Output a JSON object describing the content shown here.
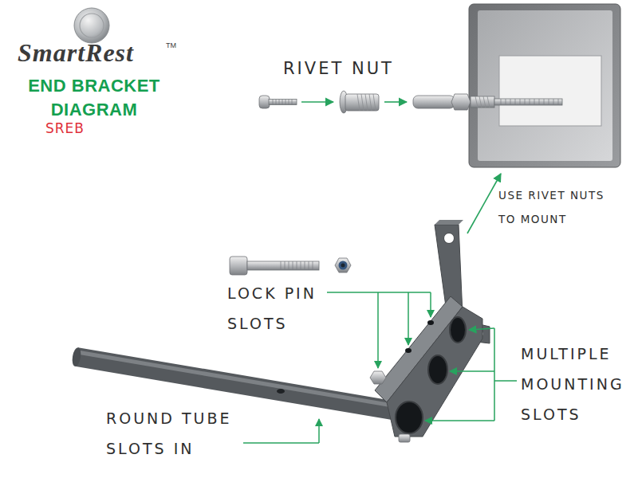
{
  "diagram": {
    "title": "END BRACKET DIAGRAM",
    "labels": [
      "SmartRest",
      "TM",
      "SREB",
      "RIVET NUT",
      "USE RIVET NUTS TO MOUNT",
      "LOCK PIN SLOTS",
      "MULTIPLE MOUNTING SLOTS",
      "ROUND TUBE SLOTS IN"
    ]
  }
}
